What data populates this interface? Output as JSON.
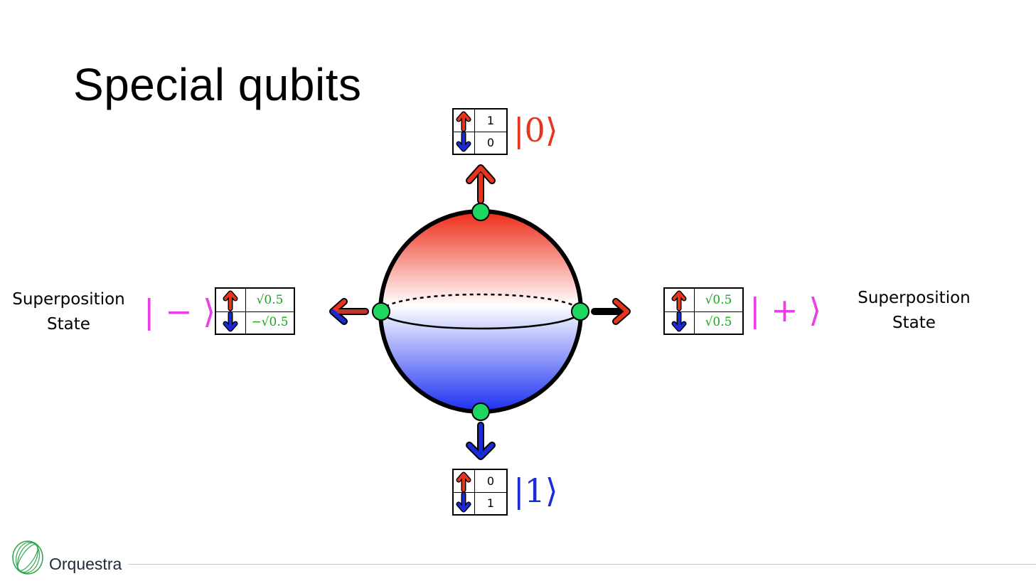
{
  "slide": {
    "title": "Special qubits"
  },
  "states": {
    "zero": {
      "ket": "|0⟩",
      "amp_up": "1",
      "amp_down": "0"
    },
    "one": {
      "ket": "|1⟩",
      "amp_up": "0",
      "amp_down": "1"
    },
    "plus": {
      "ket": "| + ⟩",
      "amp_up": "√0.5",
      "amp_down": "√0.5",
      "label_line1": "Superposition",
      "label_line2": "State"
    },
    "minus": {
      "ket": "| − ⟩",
      "amp_up": "√0.5",
      "amp_down": "−√0.5",
      "label_line1": "Superposition",
      "label_line2": "State"
    }
  },
  "footer": {
    "brand": "Orquestra",
    "logo_icon": "orquestra-logo-icon"
  },
  "colors": {
    "up_red": "#e8341c",
    "down_blue": "#1a2ad6",
    "pink": "#ea3ee6",
    "marker_green": "#1ed760",
    "sqrt_green": "#19a619"
  }
}
